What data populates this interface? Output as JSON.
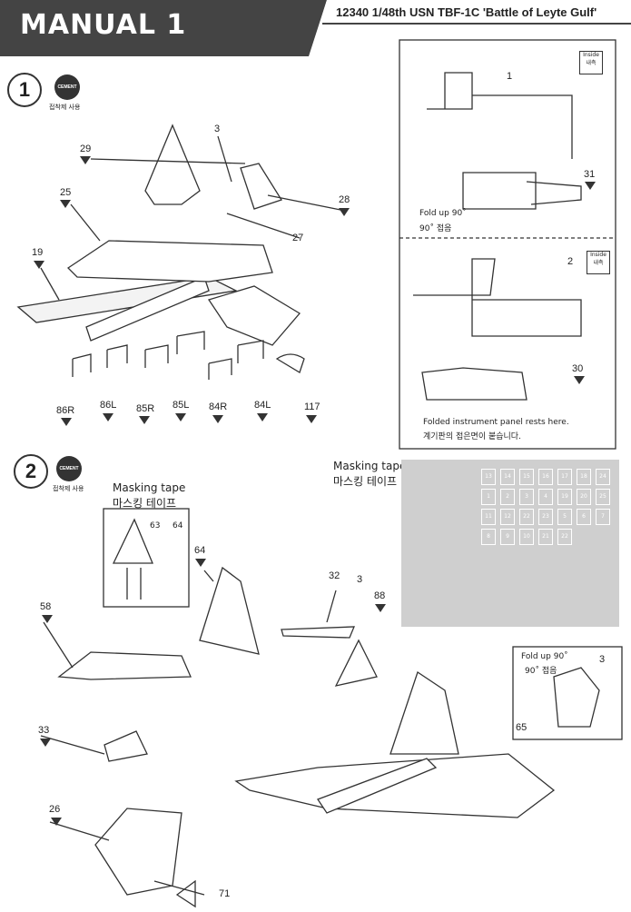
{
  "header": {
    "title": "MANUAL 1",
    "kit_info": "12340 1/48th USN TBF-1C 'Battle of Leyte Gulf'"
  },
  "step1": {
    "number": "1",
    "cement_label": "CEMENT",
    "cement_korean": "접착제 사용",
    "parts": [
      "29",
      "3",
      "25",
      "28",
      "27",
      "19",
      "86R",
      "86L",
      "85R",
      "85L",
      "84R",
      "84L",
      "117"
    ],
    "inset_a": {
      "inside": "Inside",
      "inside_korean": "내측",
      "part1": "1",
      "part31": "31",
      "fold_note": "Fold up 90˚",
      "fold_note_korean": "90˚ 접음"
    },
    "inset_b": {
      "inside": "Inside",
      "inside_korean": "내측",
      "part2": "2",
      "part30": "30",
      "panel_note": "Folded instrument panel rests here.",
      "panel_note_korean": "계기판의 접은면이 붙습니다."
    }
  },
  "step2": {
    "number": "2",
    "cement_label": "CEMENT",
    "cement_korean": "접착제 사용",
    "mask_left_title": "Masking tape",
    "mask_left_korean": "마스킹 테이프",
    "mask_left_parts": "63",
    "mask_left_parts2": "64",
    "mask_right_title": "Masking tape",
    "mask_right_korean": "마스킹 테이프",
    "parts": [
      "64",
      "58",
      "32",
      "3",
      "88",
      "33",
      "26",
      "71",
      "65",
      "3"
    ],
    "fold_note": "Fold up 90˚",
    "fold_note_korean": "90˚ 접음",
    "sheet_numbers": [
      "13",
      "14",
      "15",
      "16",
      "17",
      "18",
      "24",
      "1",
      "2",
      "3",
      "4",
      "19",
      "20",
      "25",
      "11",
      "12",
      "22",
      "23",
      "5",
      "6",
      "7",
      "8",
      "9",
      "10",
      "21",
      "22"
    ]
  }
}
